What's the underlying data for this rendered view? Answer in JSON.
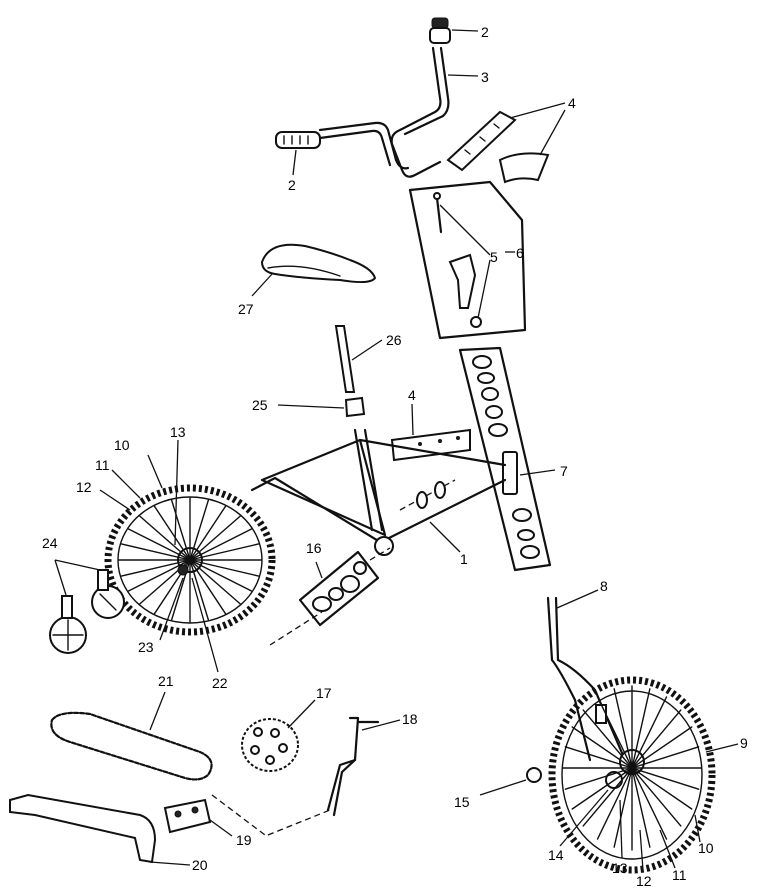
{
  "labels": {
    "l2a": "2",
    "l3": "3",
    "l4a": "4",
    "l2b": "2",
    "l5": "5",
    "l6": "6",
    "l27": "27",
    "l26": "26",
    "l25": "25",
    "l4b": "4",
    "l7": "7",
    "l10a": "10",
    "l13a": "13",
    "l11a": "11",
    "l12a": "12",
    "l16": "16",
    "l1": "1",
    "l24": "24",
    "l23": "23",
    "l22": "22",
    "l8": "8",
    "l9": "9",
    "l21": "21",
    "l17": "17",
    "l18": "18",
    "l15": "15",
    "l19": "19",
    "l20": "20",
    "l14": "14",
    "l13b": "13",
    "l12b": "12",
    "l11b": "11",
    "l10b": "10"
  }
}
